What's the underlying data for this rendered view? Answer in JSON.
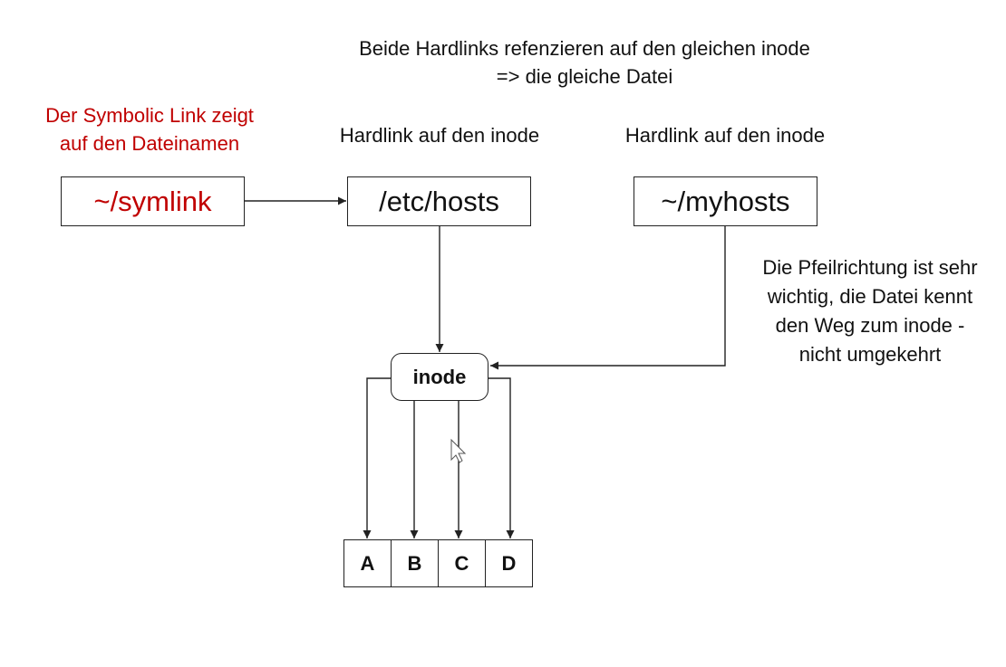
{
  "notes": {
    "top_line1": "Beide Hardlinks refenzieren auf den gleichen inode",
    "top_line2": "=> die gleiche Datei",
    "symlink_line1": "Der Symbolic Link zeigt",
    "symlink_line2": "auf den Dateinamen",
    "hardlink_label_left": "Hardlink auf den inode",
    "hardlink_label_right": "Hardlink auf den inode",
    "arrow_line1": "Die Pfeilrichtung ist sehr",
    "arrow_line2": "wichtig, die Datei kennt",
    "arrow_line3": "den Weg zum inode -",
    "arrow_line4": "nicht umgekehrt"
  },
  "nodes": {
    "symlink": "~/symlink",
    "etc_hosts": "/etc/hosts",
    "myhosts": "~/myhosts",
    "inode": "inode"
  },
  "blocks": [
    "A",
    "B",
    "C",
    "D"
  ],
  "colors": {
    "accent_red": "#c00000",
    "line": "#222222"
  }
}
